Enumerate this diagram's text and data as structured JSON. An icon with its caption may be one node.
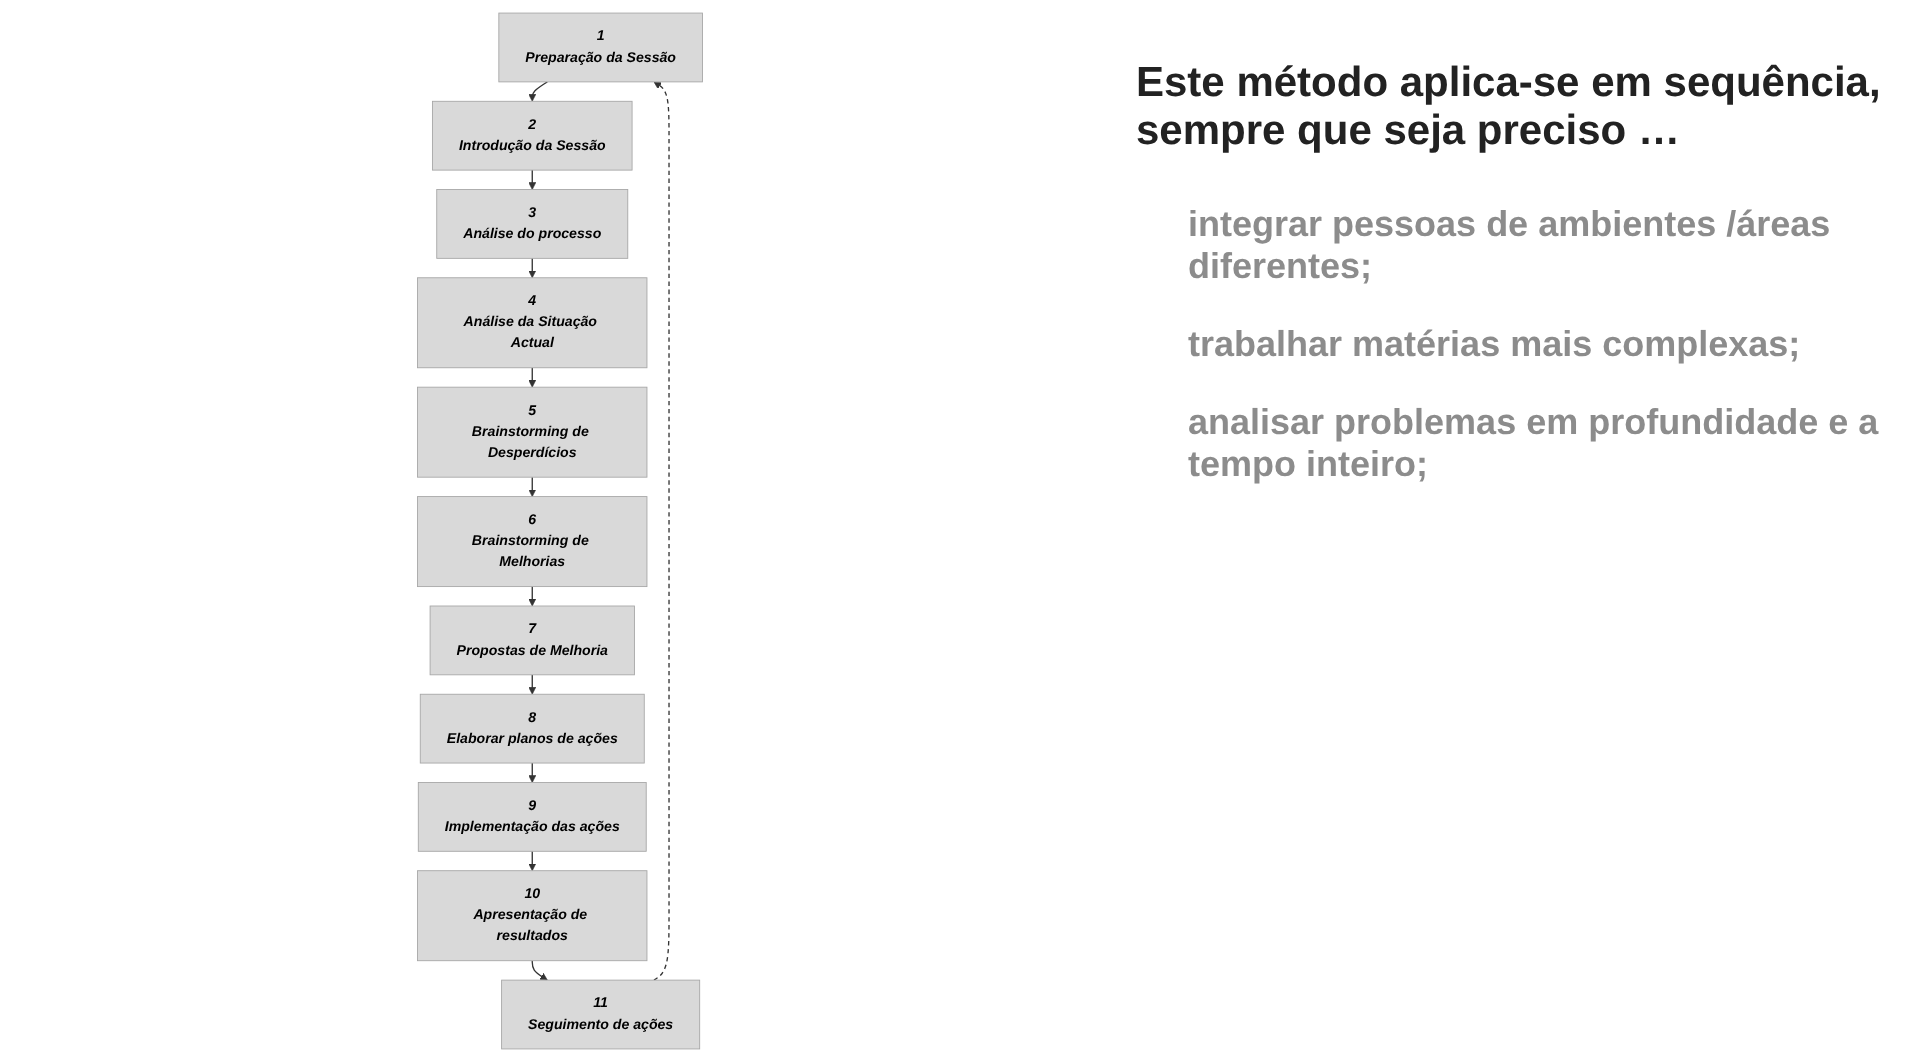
{
  "diagram": {
    "nodes": [
      {
        "text": [
          "1",
          "Preparação da Sessão"
        ]
      },
      {
        "text": [
          "2",
          "Introdução da Sessão"
        ]
      },
      {
        "text": [
          "3",
          "Análise do processo"
        ]
      },
      {
        "text": [
          "4",
          "Análise da Situação Actual"
        ]
      },
      {
        "text": [
          "5",
          "Brainstorming de Desperdícios"
        ]
      },
      {
        "text": [
          "6",
          "Brainstorming de Melhorias"
        ]
      },
      {
        "text": [
          "7",
          "Propostas de Melhoria"
        ]
      },
      {
        "text": [
          "8",
          "Elaborar planos de ações"
        ]
      },
      {
        "text": [
          "9",
          "Implementação das ações"
        ]
      },
      {
        "text": [
          "10",
          "Apresentação de resultados"
        ]
      },
      {
        "text": [
          "11",
          "Seguimento de ações"
        ]
      }
    ],
    "edges": [
      {
        "from": 0,
        "to": 1,
        "arrow": "to"
      },
      {
        "from": 1,
        "to": 2,
        "arrow": "to"
      },
      {
        "from": 2,
        "to": 3,
        "arrow": "to"
      },
      {
        "from": 3,
        "to": 4,
        "arrow": "to"
      },
      {
        "from": 4,
        "to": 5,
        "arrow": "to"
      },
      {
        "from": 5,
        "to": 6,
        "arrow": "to"
      },
      {
        "from": 6,
        "to": 7,
        "arrow": "to"
      },
      {
        "from": 7,
        "to": 8,
        "arrow": "to"
      },
      {
        "from": 8,
        "to": 9,
        "arrow": "to"
      },
      {
        "from": 9,
        "to": 10,
        "arrow": "to"
      },
      {
        "from": 10,
        "to": 0,
        "arrow": "to",
        "style": "dashed"
      }
    ],
    "labels": [
      "Este método aplica-se em sequência, sempre que seja preciso …",
      "integrar pessoas de ambientes /áreas diferentes;",
      "trabalhar matérias mais complexas;",
      "analisar problemas em profundidade e a tempo inteiro;"
    ]
  }
}
